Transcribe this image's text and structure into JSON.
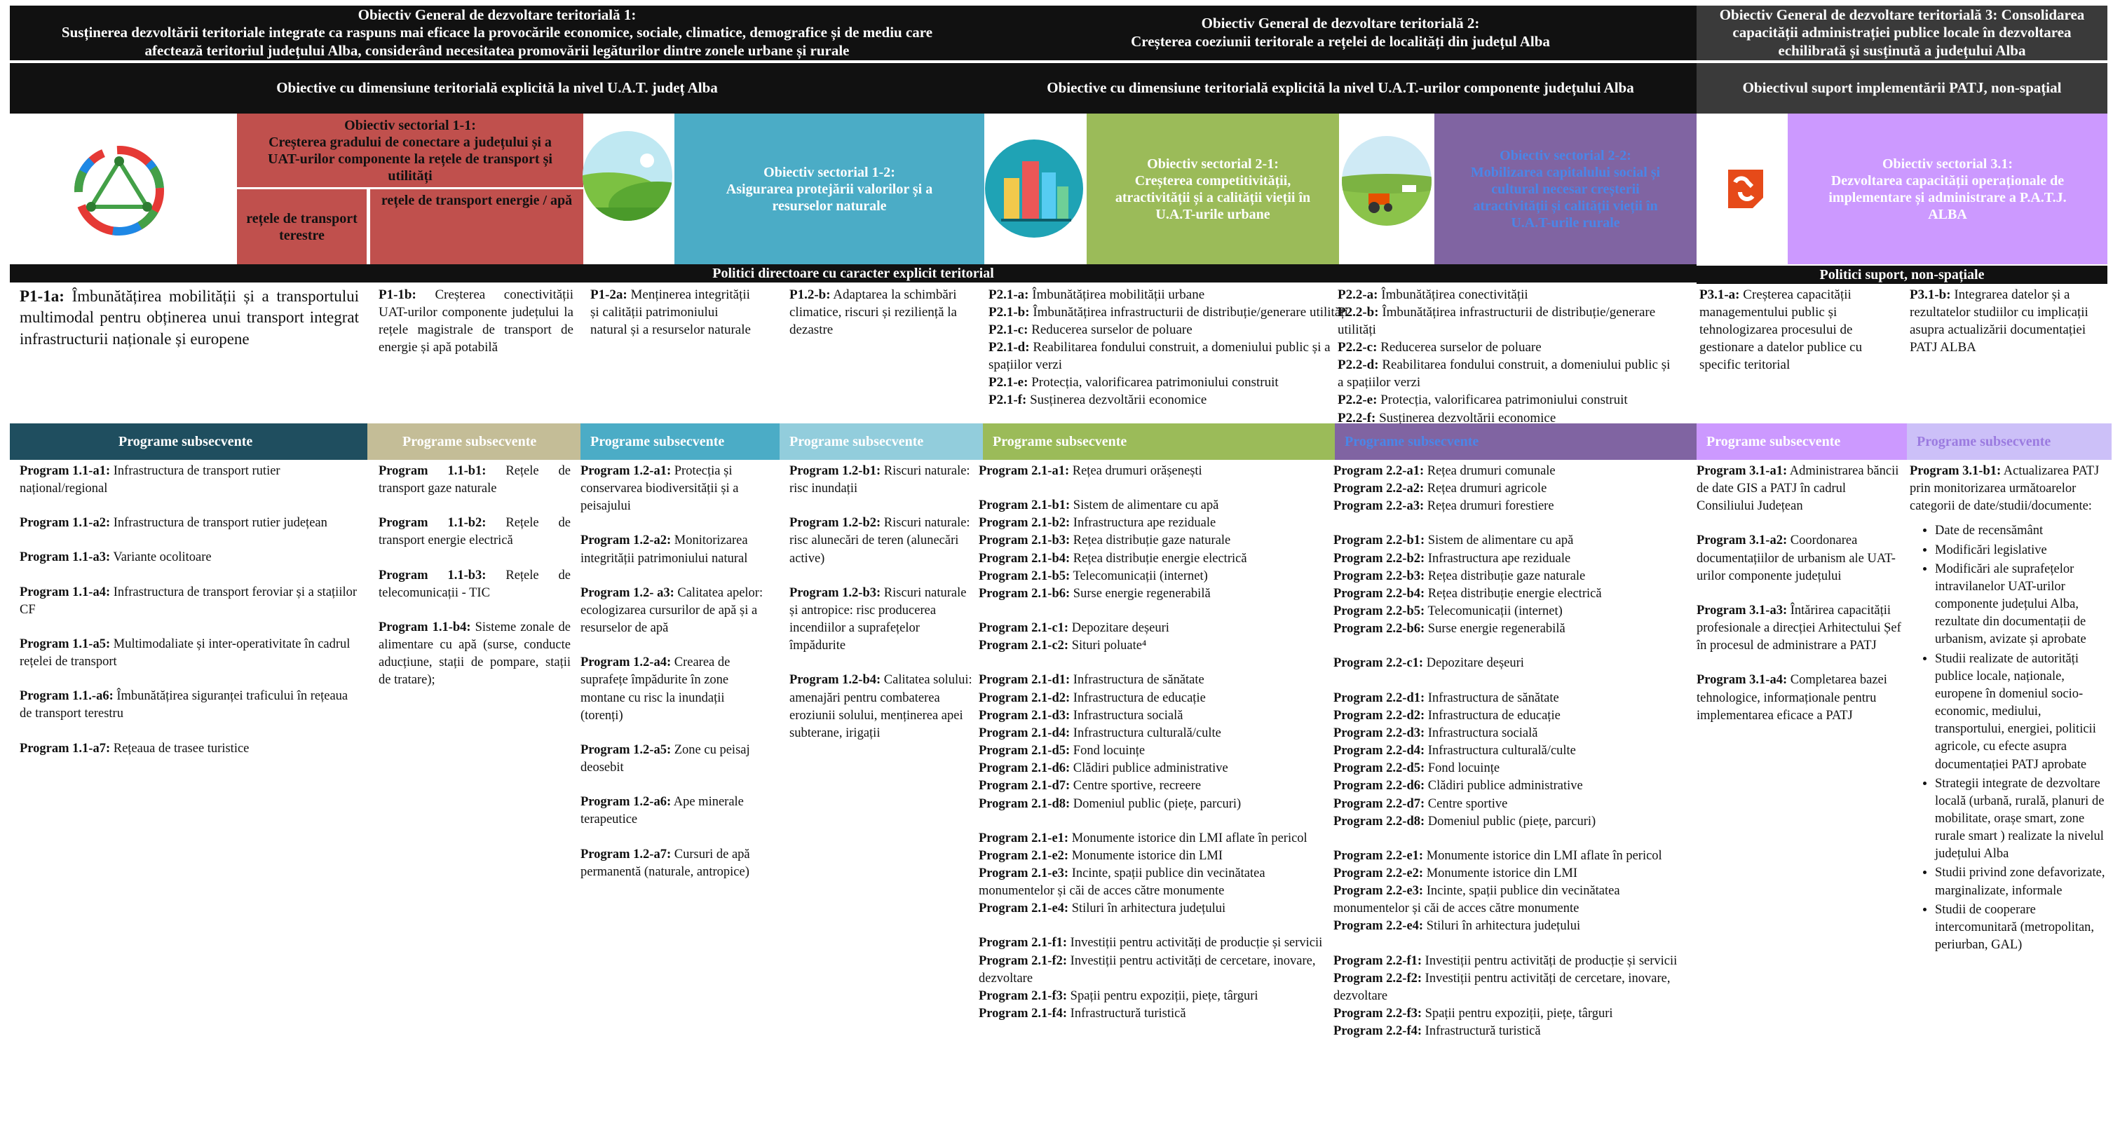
{
  "header": {
    "obj1": "Obiectiv General de dezvoltare teritorială 1:\nSusținerea dezvoltării teritoriale integrate ca raspuns mai eficace la provocările economice, sociale, climatice, demografice și de mediu care afectează teritoriul județului Alba, considerând necesitatea promovării legăturilor dintre zonele urbane și rurale",
    "obj2": "Obiectiv General de dezvoltare teritorială 2:\nCreșterea coeziunii teritorale a rețelei de localități din județul Alba",
    "obj3": "Obiectiv General de dezvoltare teritorială 3: Consolidarea capacității administrației publice locale în dezvoltarea echilibrată și susținută a județului Alba"
  },
  "subheader": {
    "left": "Obiective cu dimensiune teritorială explicită la nivel U.A.T. județ Alba",
    "mid": "Obiective cu dimensiune teritorială explicită la nivel U.A.T.-urilor componente județului Alba",
    "right": "Obiectivul suport implementării PATJ, non-spațial"
  },
  "sectoral": {
    "s11": "Obiectiv sectorial 1-1:\nCreșterea gradului de conectare a județului și a UAT-urilor componente la rețele de transport și utilități",
    "s11_a": "rețele de transport terestre",
    "s11_b": "rețele de transport energie / apă",
    "s12": "Obiectiv sectorial 1-2:\nAsigurarea protejării valorilor și a resurselor naturale",
    "s21": "Obiectiv sectorial 2-1:\nCreșterea competitivității, atractivității și a calității vieții în U.A.T-urile urbane",
    "s22": "Obiectiv sectorial 2-2:\nMobilizarea capitalului social și cultural necesar creșterii atractivității și calității vieții în U.A.T-urile rurale",
    "s31": "Obiectiv sectorial 3.1:\nDezvoltarea capacității operaționale de implementare și administrare a P.A.T.J. ALBA"
  },
  "policies_bar": {
    "left": "Politici directoare cu caracter explicit teritorial",
    "right": "Politici suport, non-spațiale"
  },
  "policies": {
    "p11a": [
      {
        "code": "P1-1a:",
        "text": " Îmbunătățirea mobilității și a transportului multimodal pentru obținerea unui transport integrat infrastructurii naționale și europene"
      }
    ],
    "p11b": [
      {
        "code": "P1-1b:",
        "text": " Creșterea conectivității UAT-urilor componente județului la rețele magistrale de transport de energie și apă potabilă"
      }
    ],
    "p12a": [
      {
        "code": "P1-2a:",
        "text": " Menținerea integrității și calității patrimoniului natural și a resurselor naturale"
      }
    ],
    "p12b": [
      {
        "code": "P1.2-b:",
        "text": " Adaptarea la schimbări climatice, riscuri și reziliență la dezastre"
      }
    ],
    "p21": [
      {
        "code": "P2.1-a:",
        "text": " Îmbunătățirea mobilității urbane"
      },
      {
        "code": "P2.1-b:",
        "text": " Îmbunătățirea infrastructurii de distribuție/generare utilități"
      },
      {
        "code": "P2.1-c:",
        "text": " Reducerea surselor de poluare"
      },
      {
        "code": "P2.1-d:",
        "text": " Reabilitarea fondului construit, a domeniului public și a spațiilor verzi"
      },
      {
        "code": "P2.1-e:",
        "text": " Protecția, valorificarea patrimoniului construit"
      },
      {
        "code": "P2.1-f:",
        "text": " Susținerea dezvoltării economice"
      }
    ],
    "p22": [
      {
        "code": "P2.2-a:",
        "text": " Îmbunătățirea conectivității"
      },
      {
        "code": "P2.2-b:",
        "text": " Îmbunătățirea infrastructurii de distribuție/generare utilități"
      },
      {
        "code": "P2.2-c:",
        "text": " Reducerea surselor de poluare"
      },
      {
        "code": "P2.2-d:",
        "text": " Reabilitarea fondului construit, a domeniului public și a spațiilor verzi"
      },
      {
        "code": "P2.2-e:",
        "text": " Protecția, valorificarea patrimoniului construit"
      },
      {
        "code": "P2.2-f:",
        "text": " Susținerea dezvoltării economice"
      }
    ],
    "p31a": [
      {
        "code": "P3.1-a:",
        "text": " Creșterea capacității managementului public și tehnologizarea procesului de gestionare a datelor publice cu specific teritorial"
      }
    ],
    "p31b": [
      {
        "code": "P3.1-b:",
        "text": " Integrarea datelor și a rezultatelor studiilor cu implicații asupra actualizării documentației PATJ ALBA"
      }
    ]
  },
  "program_header_label": "Programe subsecvente",
  "programs": {
    "c1": [
      {
        "code": "Program 1.1-a1:",
        "text": " Infrastructura de transport rutier național/regional",
        "gap": false
      },
      {
        "code": "Program 1.1-a2:",
        "text": " Infrastructura de transport rutier județean",
        "gap": true
      },
      {
        "code": "Program 1.1-a3:",
        "text": " Variante ocolitoare",
        "gap": true
      },
      {
        "code": "Program 1.1-a4:",
        "text": " Infrastructura de transport feroviar și a stațiilor CF",
        "gap": true
      },
      {
        "code": "Program 1.1-a5:",
        "text": " Multimodaliate și inter-operativitate în cadrul rețelei de transport",
        "gap": true
      },
      {
        "code": "Program 1.1.-a6:",
        "text": " Îmbunătățirea siguranței traficului în rețeaua de transport terestru",
        "gap": true
      },
      {
        "code": "Program 1.1-a7:",
        "text": " Rețeaua de trasee turistice",
        "gap": true
      }
    ],
    "c2": [
      {
        "code": "Program 1.1-b1:",
        "text": " Rețele de transport gaze naturale",
        "gap": false
      },
      {
        "code": "Program 1.1-b2:",
        "text": " Rețele de transport energie electrică",
        "gap": true
      },
      {
        "code": "Program 1.1-b3:",
        "text": " Rețele de telecomunicații - TIC",
        "gap": true
      },
      {
        "code": "Program 1.1-b4:",
        "text": " Sisteme zonale de alimentare cu apă (surse, conducte aducțiune, stații de pompare, stații de tratare);",
        "gap": true
      }
    ],
    "c3": [
      {
        "code": "Program 1.2-a1:",
        "text": " Protecția și conservarea biodiversității și a peisajului",
        "gap": false
      },
      {
        "code": "Program 1.2-a2:",
        "text": " Monitorizarea integrității patrimoniului natural",
        "gap": true
      },
      {
        "code": "Program 1.2- a3:",
        "text": " Calitatea apelor: ecologizarea cursurilor de apă și a resurselor de apă",
        "gap": true
      },
      {
        "code": "Program 1.2-a4:",
        "text": " Crearea de suprafețe împădurite în zone montane cu risc la inundații (torenți)",
        "gap": true
      },
      {
        "code": "Program 1.2-a5:",
        "text": " Zone cu peisaj deosebit",
        "gap": true
      },
      {
        "code": "Program 1.2-a6:",
        "text": " Ape minerale terapeutice",
        "gap": true
      },
      {
        "code": "Program 1.2-a7:",
        "text": " Cursuri de apă permanentă (naturale, antropice)",
        "gap": true
      }
    ],
    "c4": [
      {
        "code": "Program 1.2-b1:",
        "text": " Riscuri naturale: risc inundații",
        "gap": false
      },
      {
        "code": "Program 1.2-b2:",
        "text": " Riscuri naturale: risc alunecări de teren (alunecări active)",
        "gap": true
      },
      {
        "code": "Program 1.2-b3:",
        "text": " Riscuri naturale și antropice: risc producerea incendiilor a suprafețelor împădurite",
        "gap": true
      },
      {
        "code": "Program 1.2-b4:",
        "text": " Calitatea solului: amenajări pentru combaterea eroziunii solului, menținerea apei subterane, irigații",
        "gap": true
      }
    ],
    "c5": [
      {
        "code": "Program 2.1-a1:",
        "text": " Rețea drumuri orășenești",
        "gap": false
      },
      {
        "code": "Program 2.1-b1:",
        "text": " Sistem de alimentare cu apă",
        "gap": true
      },
      {
        "code": "Program 2.1-b2:",
        "text": " Infrastructura ape reziduale",
        "gap": false
      },
      {
        "code": "Program 2.1-b3:",
        "text": " Rețea distribuție gaze naturale",
        "gap": false
      },
      {
        "code": "Program 2.1-b4:",
        "text": " Rețea distribuție energie electrică",
        "gap": false
      },
      {
        "code": "Program 2.1-b5:",
        "text": " Telecomunicații (internet)",
        "gap": false
      },
      {
        "code": "Program 2.1-b6:",
        "text": " Surse energie regenerabilă",
        "gap": false
      },
      {
        "code": "Program 2.1-c1:",
        "text": " Depozitare deșeuri",
        "gap": true
      },
      {
        "code": "Program 2.1-c2:",
        "text": " Situri poluate⁴",
        "gap": false
      },
      {
        "code": "Program 2.1-d1:",
        "text": " Infrastructura de sănătate",
        "gap": true
      },
      {
        "code": "Program 2.1-d2:",
        "text": " Infrastructura de educație",
        "gap": false
      },
      {
        "code": "Program 2.1-d3:",
        "text": " Infrastructura socială",
        "gap": false
      },
      {
        "code": "Program 2.1-d4:",
        "text": " Infrastructura culturală/culte",
        "gap": false
      },
      {
        "code": "Program 2.1-d5:",
        "text": " Fond locuințe",
        "gap": false
      },
      {
        "code": "Program 2.1-d6:",
        "text": " Clădiri publice administrative",
        "gap": false
      },
      {
        "code": "Program 2.1-d7:",
        "text": " Centre sportive, recreere",
        "gap": false
      },
      {
        "code": "Program 2.1-d8:",
        "text": " Domeniul public (piețe, parcuri)",
        "gap": false
      },
      {
        "code": "Program 2.1-e1:",
        "text": " Monumente istorice din LMI aflate în pericol",
        "gap": true
      },
      {
        "code": "Program 2.1-e2:",
        "text": " Monumente istorice din LMI",
        "gap": false
      },
      {
        "code": "Program 2.1-e3:",
        "text": " Incinte, spații publice din vecinătatea monumentelor și căi de acces către monumente",
        "gap": false
      },
      {
        "code": "Program 2.1-e4:",
        "text": " Stiluri în arhitectura județului",
        "gap": false
      },
      {
        "code": "Program 2.1-f1:",
        "text": " Investiții pentru activități de producție și servicii",
        "gap": true
      },
      {
        "code": "Program 2.1-f2:",
        "text": " Investiții pentru activități de cercetare, inovare, dezvoltare",
        "gap": false
      },
      {
        "code": "Program 2.1-f3:",
        "text": " Spații pentru expoziții, piețe, târguri",
        "gap": false
      },
      {
        "code": "Program 2.1-f4:",
        "text": " Infrastructură turistică",
        "gap": false
      }
    ],
    "c6": [
      {
        "code": "Program 2.2-a1:",
        "text": " Rețea drumuri comunale",
        "gap": false
      },
      {
        "code": "Program 2.2-a2:",
        "text": " Rețea drumuri agricole",
        "gap": false
      },
      {
        "code": "Program 2.2-a3:",
        "text": " Rețea drumuri forestiere",
        "gap": false
      },
      {
        "code": "Program 2.2-b1:",
        "text": " Sistem de alimentare cu apă",
        "gap": true
      },
      {
        "code": "Program 2.2-b2:",
        "text": " Infrastructura ape reziduale",
        "gap": false
      },
      {
        "code": "Program 2.2-b3:",
        "text": " Rețea distribuție gaze naturale",
        "gap": false
      },
      {
        "code": "Program 2.2-b4:",
        "text": " Rețea distribuție energie electrică",
        "gap": false
      },
      {
        "code": "Program 2.2-b5:",
        "text": " Telecomunicații (internet)",
        "gap": false
      },
      {
        "code": "Program 2.2-b6:",
        "text": " Surse energie regenerabilă",
        "gap": false
      },
      {
        "code": "Program 2.2-c1:",
        "text": " Depozitare deșeuri",
        "gap": true
      },
      {
        "code": "Program 2.2-d1:",
        "text": " Infrastructura de sănătate",
        "gap": true
      },
      {
        "code": "Program 2.2-d2:",
        "text": " Infrastructura de educație",
        "gap": false
      },
      {
        "code": "Program 2.2-d3:",
        "text": " Infrastructura socială",
        "gap": false
      },
      {
        "code": "Program 2.2-d4:",
        "text": " Infrastructura culturală/culte",
        "gap": false
      },
      {
        "code": "Program 2.2-d5:",
        "text": " Fond locuințe",
        "gap": false
      },
      {
        "code": "Program 2.2-d6:",
        "text": " Clădiri publice administrative",
        "gap": false
      },
      {
        "code": "Program 2.2-d7:",
        "text": " Centre sportive",
        "gap": false
      },
      {
        "code": "Program 2.2-d8:",
        "text": " Domeniul public (piețe, parcuri)",
        "gap": false
      },
      {
        "code": "Program 2.2-e1:",
        "text": " Monumente istorice din LMI aflate în pericol",
        "gap": true
      },
      {
        "code": "Program 2.2-e2:",
        "text": " Monumente istorice din LMI",
        "gap": false
      },
      {
        "code": "Program 2.2-e3:",
        "text": " Incinte, spații publice din vecinătatea monumentelor și căi de acces către monumente",
        "gap": false
      },
      {
        "code": "Program 2.2-e4:",
        "text": " Stiluri în arhitectura județului",
        "gap": false
      },
      {
        "code": "Program 2.2-f1:",
        "text": " Investiții pentru activități de producție și servicii",
        "gap": true
      },
      {
        "code": "Program 2.2-f2:",
        "text": " Investiții pentru activități de cercetare, inovare, dezvoltare",
        "gap": false
      },
      {
        "code": "Program 2.2-f3:",
        "text": " Spații pentru expoziții, piețe, târguri",
        "gap": false
      },
      {
        "code": "Program 2.2-f4:",
        "text": " Infrastructură turistică",
        "gap": false
      }
    ],
    "c7": [
      {
        "code": "Program 3.1-a1:",
        "text": " Administrarea băncii de date GIS a PATJ în cadrul Consiliului Județean",
        "gap": false
      },
      {
        "code": "Program 3.1-a2:",
        "text": " Coordonarea documentațiilor de urbanism ale UAT-urilor componente județului",
        "gap": true
      },
      {
        "code": "Program 3.1-a3:",
        "text": " Întărirea capacității profesionale a direcției Arhitectului Șef în procesul de administrare a PATJ",
        "gap": true
      },
      {
        "code": "Program 3.1-a4:",
        "text": " Completarea bazei tehnologice, informaționale pentru implementarea eficace a PATJ",
        "gap": true
      }
    ],
    "c8_intro": {
      "code": "Program 3.1-b1:",
      "text": " Actualizarea PATJ prin monitorizarea următoarelor categorii de date/studii/documente:"
    },
    "c8_list": [
      "Date de recensământ",
      "Modificări legislative",
      "Modificări ale suprafețelor intravilanelor UAT-urilor componente județului Alba, rezultate din documentații de urbanism, avizate și aprobate",
      "Studii realizate de autorități publice locale, naționale, europene în domeniul socio-economic, mediului, transportului, energiei, politicii agricole, cu efecte asupra documentației PATJ aprobate",
      "Strategii integrate de dezvoltare locală (urbană, rurală, planuri de mobilitate, orașe smart, zone rurale smart ) realizate la nivelul județului Alba",
      "Studii privind zone defavorizate, marginalizate, informale",
      "Studii de cooperare intercomunitară (metropolitan, periurban, GAL)"
    ]
  },
  "colors": {
    "black": "#111111",
    "red": "#c0504d",
    "teal": "#4bacc6",
    "green": "#9bbb59",
    "purple": "#8064a2",
    "lilac": "#cc99ff",
    "prog_c1": "#1f4e5f",
    "prog_c2": "#c4bd97",
    "prog_c3": "#4bacc6",
    "prog_c4": "#92cddc",
    "prog_c5": "#9bbb59",
    "prog_c6": "#8064a2",
    "prog_c7": "#cc99ff",
    "prog_c8": "#ccc0f8"
  },
  "icons": [
    "transport-network-icon",
    "landscape-icon",
    "city-buildings-icon",
    "farm-tractor-icon",
    "broken-link-icon"
  ]
}
